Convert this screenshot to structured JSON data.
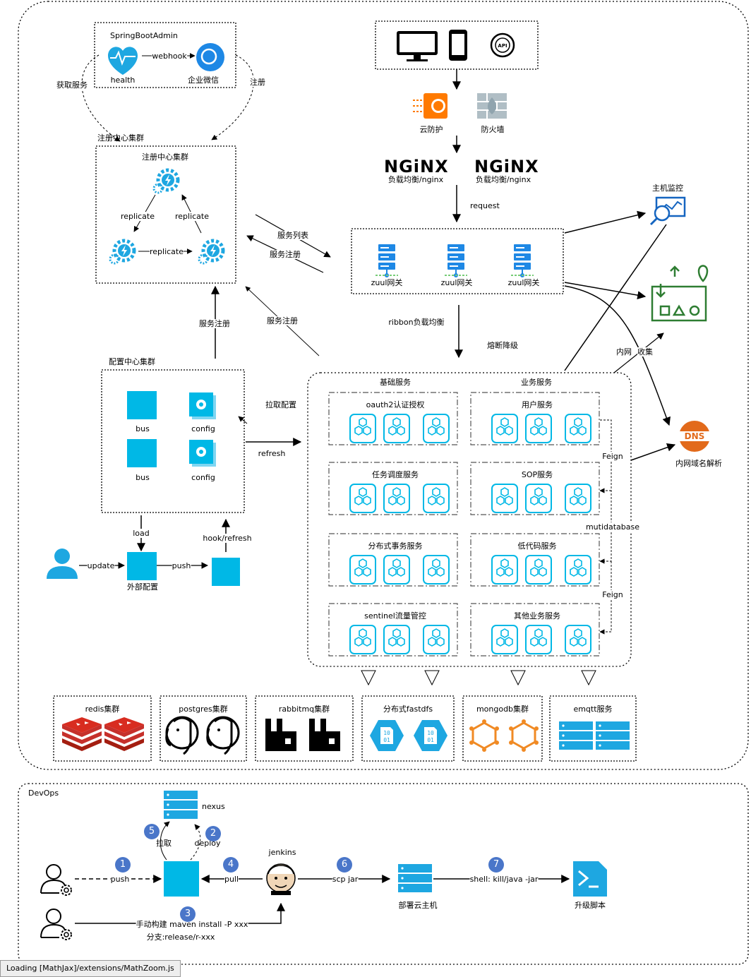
{
  "colors": {
    "accent": "#00b8e6",
    "gateway": "#1976d2",
    "firewall": "#ff7a00",
    "dns": "#e26a1b",
    "step": "#4a76c9",
    "monitor_green": "#2e7d32"
  },
  "admin": {
    "title": "SpringBootAdmin",
    "health": "health",
    "webhook": "webhook",
    "wechat": "企业微信",
    "get_services": "获取服务",
    "register": "注册"
  },
  "registry": {
    "outer_label": "注册中心集群",
    "inner_label": "注册中心集群",
    "replicate": "replicate"
  },
  "clients": {
    "icons": [
      "monitor-icon",
      "phone-icon",
      "api-icon"
    ]
  },
  "security": {
    "cloud_protect": "云防护",
    "firewall": "防火墙"
  },
  "nginx": {
    "logo": "NGiNX",
    "label": "负载均衡/nginx"
  },
  "gateway": {
    "request": "request",
    "service_list": "服务列表",
    "service_register": "服务注册",
    "zuul": "zuul网关",
    "ribbon": "ribbon负载均衡",
    "fuse": "熔断降级"
  },
  "monitor": {
    "host_monitor": "主机监控",
    "intranet": "内网",
    "collect": "收集",
    "dns": "内网域名解析",
    "dns_logo": "DNS"
  },
  "config": {
    "title": "配置中心集群",
    "bus": "bus",
    "config": "config",
    "pull_config": "拉取配置",
    "refresh": "refresh",
    "service_register": "服务注册",
    "load": "load",
    "hook_refresh": "hook/refresh",
    "update": "update",
    "push": "push",
    "external_config": "外部配置"
  },
  "services": {
    "basic_title": "基础服务",
    "business_title": "业务服务",
    "basic": [
      "oauth2认证授权",
      "任务调度服务",
      "分布式事务服务",
      "sentinel流量管控"
    ],
    "business": [
      "用户服务",
      "SOP服务",
      "低代码服务",
      "其他业务服务"
    ],
    "feign": "Feign",
    "mutidatabase": "mutidatabase"
  },
  "infra": [
    "redis集群",
    "postgres集群",
    "rabbitmq集群",
    "分布式fastdfs",
    "mongodb集群",
    "emqtt服务"
  ],
  "devops": {
    "title": "DevOps",
    "nexus": "nexus",
    "jenkins": "jenkins",
    "pull_label": "拉取",
    "deploy": "deploy",
    "push": "push",
    "pull": "pull",
    "scp": "scp jar",
    "shell": "shell: kill/java -jar",
    "manual_build": "手动构建 maven install -P xxx",
    "branch": "分支:release/r-xxx",
    "deploy_host": "部署云主机",
    "upgrade_script": "升级脚本",
    "steps": [
      "1",
      "2",
      "3",
      "4",
      "5",
      "6",
      "7"
    ]
  },
  "status_bar": "Loading [MathJax]/extensions/MathZoom.js"
}
